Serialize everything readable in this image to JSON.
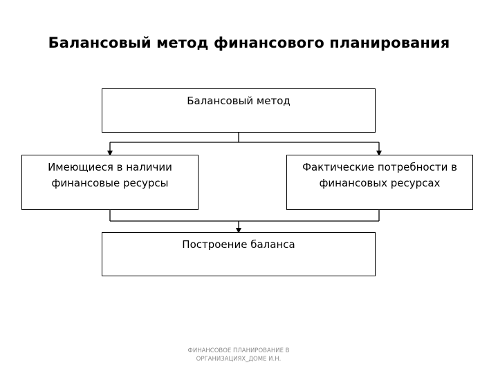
{
  "title": "Балансовый метод финансового планирования",
  "boxes": {
    "top": [
      "Балансовый метод"
    ],
    "left": [
      "Имеющиеся в наличии",
      "финансовые ресурсы"
    ],
    "right": [
      "Фактические потребности в",
      "финансовых ресурсах"
    ],
    "bottom": [
      "Построение баланса"
    ]
  },
  "footer": [
    "ФИНАНСОВОЕ ПЛАНИРОВАНИЕ В",
    "ОРГАНИЗАЦИЯХ_ДОМЕ И.Н."
  ],
  "colors": {
    "line": "#000000",
    "footer_text": "#8a8a8a"
  }
}
